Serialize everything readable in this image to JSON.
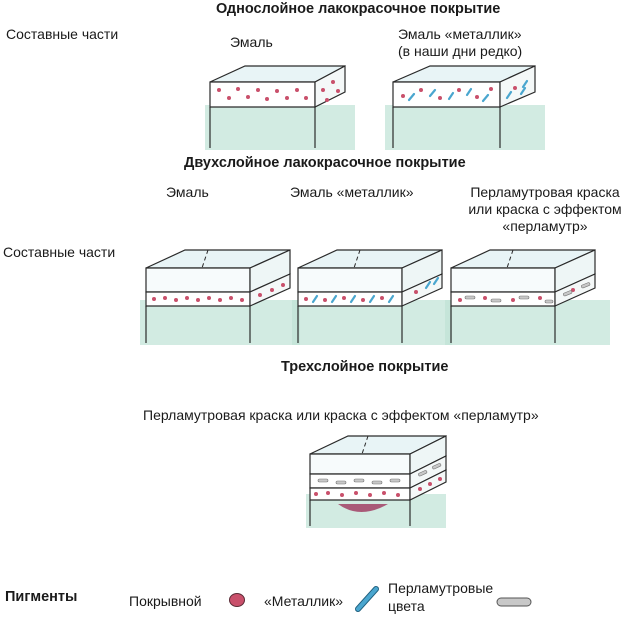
{
  "sections": {
    "single": {
      "title": "Однослойное лакокрасочное покрытие",
      "parts_label": "Составные части",
      "variants": [
        {
          "label": "Эмаль"
        },
        {
          "label_line1": "Эмаль «металлик»",
          "label_line2": "(в наши дни редко)"
        }
      ]
    },
    "double": {
      "title": "Двухслойное лакокрасочное покрытие",
      "parts_label": "Составные части",
      "variants": [
        {
          "label": "Эмаль"
        },
        {
          "label": "Эмаль «металлик»"
        },
        {
          "label_line1": "Перламутровая краска",
          "label_line2": "или краска с эффектом",
          "label_line3": "«перламутр»"
        }
      ]
    },
    "triple": {
      "title": "Трехслойное покрытие",
      "variant_label": "Перламутровая краска или краска с эффектом «перламутр»"
    }
  },
  "legend": {
    "title": "Пигменты",
    "covering": "Покрывной",
    "metallic": "«Металлик»",
    "pearl_line1": "Перламутровые",
    "pearl_line2": "цвета"
  },
  "colors": {
    "clear_coat": "#cfe8ef",
    "base_coat": "#ffffff",
    "substrate": "#bfe3d6",
    "covering_pigment": "#c9506b",
    "metallic_pigment": "#4aa6cf",
    "pearl_pigment": "#c8c8c8",
    "primer": "#a95a78",
    "outline": "#2a2a2a"
  }
}
